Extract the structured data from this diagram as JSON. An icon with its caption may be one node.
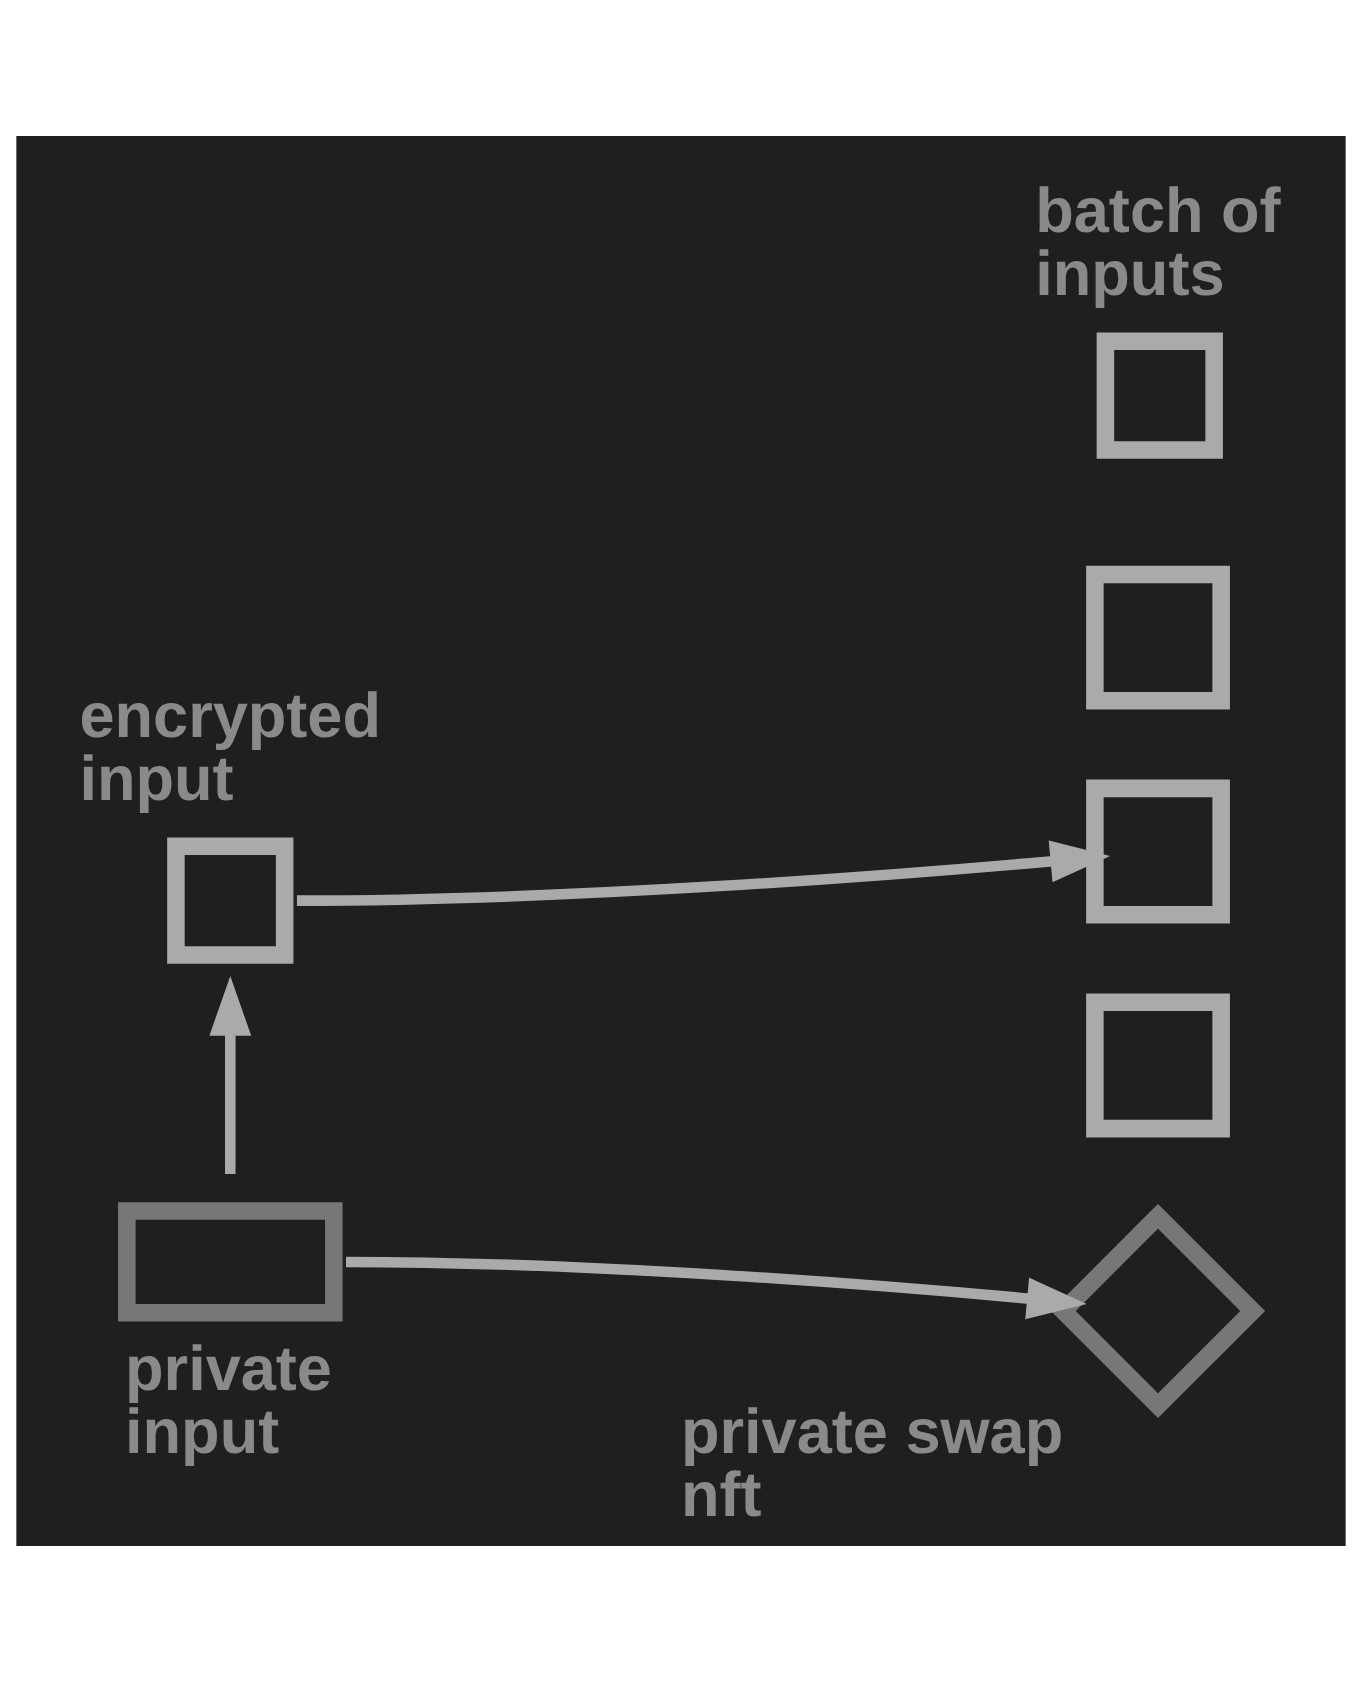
{
  "diagram": {
    "nodes": [
      {
        "text": [
          "encrypted input"
        ]
      },
      {
        "text": [
          "batch of inputs"
        ]
      },
      {
        "text": [],
        "shape": "box"
      },
      {
        "text": [],
        "shape": "box"
      },
      {
        "text": [],
        "shape": "box"
      },
      {
        "text": [
          "private input"
        ]
      },
      {
        "text": [
          "private swap nft"
        ]
      }
    ],
    "edges": [
      {
        "from": 5,
        "to": 0,
        "arrow": "to"
      },
      {
        "from": 0,
        "to": 3,
        "arrow": "to"
      },
      {
        "from": 5,
        "to": 6,
        "arrow": "to"
      }
    ]
  }
}
